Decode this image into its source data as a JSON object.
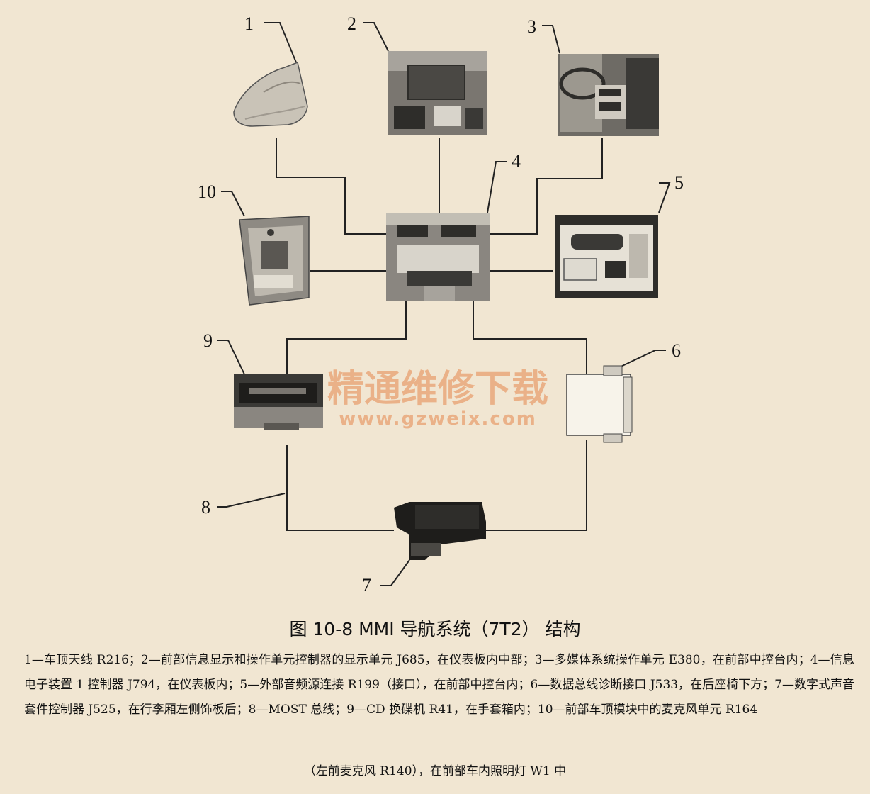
{
  "diagram": {
    "callouts": [
      "1",
      "2",
      "3",
      "4",
      "5",
      "6",
      "7",
      "8",
      "9",
      "10"
    ],
    "watermark": {
      "text": "精通维修下载",
      "url": "www.gzweix.com",
      "color": "#e8a070"
    }
  },
  "figure": {
    "title": "图 10-8   MMI 导航系统（7T2） 结构",
    "caption": "1—车顶天线 R216；2—前部信息显示和操作单元控制器的显示单元 J685，在仪表板内中部；3—多媒体系统操作单元 E380，在前部中控台内；4—信息电子装置 1 控制器 J794，在仪表板内；5—外部音频源连接 R199（接口），在前部中控台内；6—数据总线诊断接口 J533，在后座椅下方；7—数字式声音套件控制器 J525，在行李厢左侧饰板后；8—MOST 总线；9—CD 换碟机 R41，在手套箱内；10—前部车顶模块中的麦克风单元 R164",
    "caption_last": "（左前麦克风 R140），在前部车内照明灯 W1 中"
  }
}
